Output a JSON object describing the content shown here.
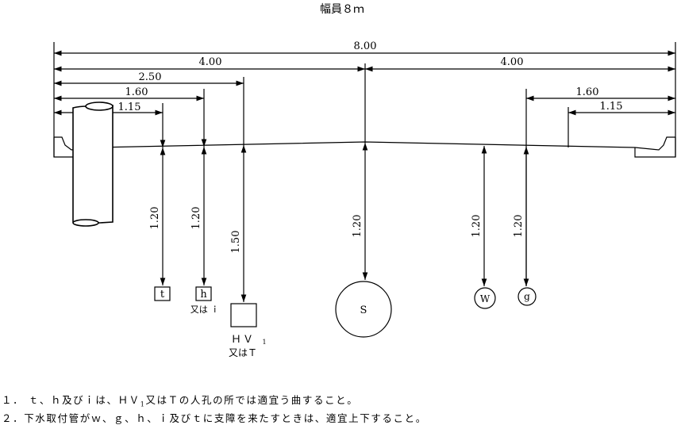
{
  "title": "幅員８ｍ",
  "dimensions": {
    "total": "8.00",
    "half_left": "4.00",
    "half_right": "4.00",
    "left_250": "2.50",
    "left_160": "1.60",
    "left_115": "1.15",
    "right_160": "1.60",
    "right_115": "1.15"
  },
  "depths": {
    "t": "1.20",
    "h": "1.20",
    "hv": "1.50",
    "s": "1.20",
    "w": "1.20",
    "g": "1.20"
  },
  "utilities": {
    "t": "t",
    "h": "h",
    "h_alt": "又は ｉ",
    "hv": "ＨＶ",
    "hv_sub": "1",
    "hv_alt": "又はＴ",
    "s": "S",
    "w": "W",
    "g": "g"
  },
  "notes": [
    "１． ｔ、ｈ及びｉは、ＨＶ",
    "1",
    "又はＴの人孔の所では適宜う曲すること。",
    "２．下水取付管がｗ、ｇ、ｈ、ｉ及びｔに支障を来たすときは、適宜上下すること。"
  ]
}
